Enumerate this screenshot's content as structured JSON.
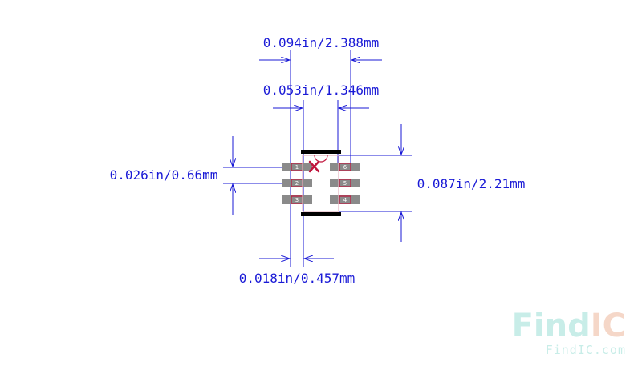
{
  "dimensions": {
    "overall_width": "0.094in/2.388mm",
    "pad_span": "0.053in/1.346mm",
    "pitch": "0.026in/0.66mm",
    "body_height": "0.087in/2.21mm",
    "pad_width": "0.018in/0.457mm"
  },
  "pins": [
    "1",
    "2",
    "3",
    "4",
    "5",
    "6"
  ],
  "watermark": {
    "logo_find": "Find",
    "logo_ic": "IC",
    "site": "FindIC.com"
  },
  "colors": {
    "dimension": "#1a1ad6",
    "pad": "#8a8a8a",
    "outline": "#c0143c",
    "body_edge": "#000000",
    "watermark_find": "#c8ede8",
    "watermark_ic": "#f5d7c8"
  }
}
